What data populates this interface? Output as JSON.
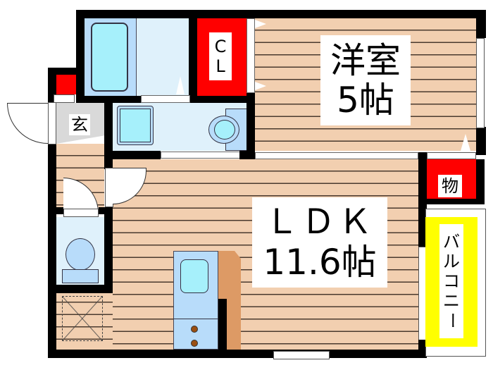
{
  "colors": {
    "wall": "#000000",
    "flooring": "#f2cfb0",
    "flooring_lines": "#4a3a2e",
    "storage_red": "#ff0000",
    "balcony_yellow": "#ffff00",
    "wet_area_blue": "#dff1fb",
    "fixture_blue": "#b8dcfa",
    "fixture_cyan": "#a6f0fb",
    "entrance_gray": "#d9d9d9",
    "counter_brown": "#dd9a65"
  },
  "rooms": {
    "western_room": {
      "name": "洋室",
      "size": "5帖"
    },
    "ldk": {
      "name": "ＬＤＫ",
      "size": "11.6帖"
    },
    "closet": {
      "label": "C\nL",
      "line1": "C",
      "line2": "L"
    },
    "storage": {
      "label": "物"
    },
    "entrance": {
      "label": "玄"
    },
    "balcony": {
      "label": "バルコニー",
      "chars": [
        "バ",
        "ル",
        "コ",
        "ニ",
        "ー"
      ]
    }
  },
  "fixtures": [
    "bathtub",
    "washbasin",
    "toilet-upper",
    "toilet-lower",
    "kitchen-sink",
    "stove",
    "washing-machine-space",
    "counter"
  ]
}
